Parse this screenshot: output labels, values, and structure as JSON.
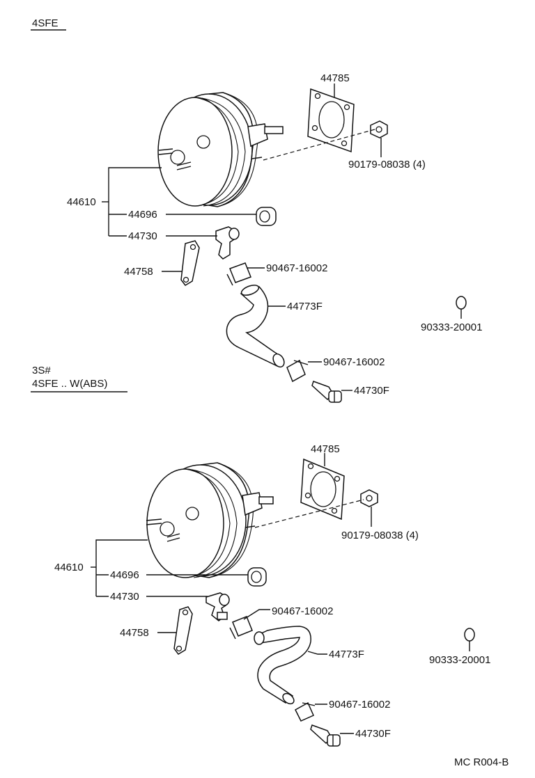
{
  "sections": [
    {
      "heading_lines": [
        "4SFE"
      ],
      "labels": {
        "flange": "44785",
        "nut": "90179-08038 (4)",
        "booster": "44610",
        "grommet": "44696",
        "check_valve": "44730",
        "bracket": "44758",
        "clamp_upper": "90467-16002",
        "hose": "44773F",
        "clamp_lower": "90467-16002",
        "union": "44730F",
        "seal": "90333-20001"
      }
    },
    {
      "heading_lines": [
        "3S#",
        "4SFE .. W(ABS)"
      ],
      "labels": {
        "flange": "44785",
        "nut": "90179-08038 (4)",
        "booster": "44610",
        "grommet": "44696",
        "check_valve": "44730",
        "bracket": "44758",
        "clamp_upper": "90467-16002",
        "hose": "44773F",
        "clamp_lower": "90467-16002",
        "union": "44730F",
        "seal": "90333-20001"
      }
    }
  ],
  "footer_code": "MC R004-B"
}
